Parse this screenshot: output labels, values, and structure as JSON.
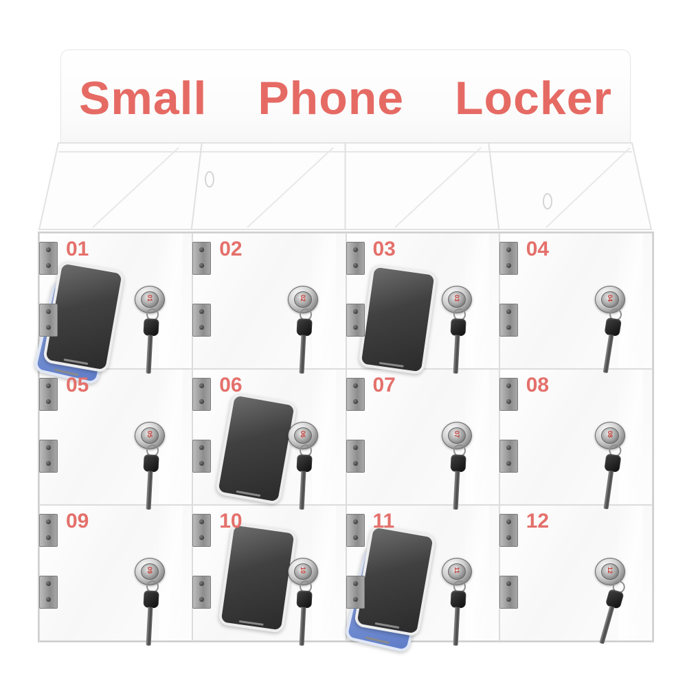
{
  "title": "Small Phone Locker",
  "accent_color": "#e66a64",
  "compartments": [
    {
      "number": "01",
      "phones": 2
    },
    {
      "number": "02",
      "phones": 0
    },
    {
      "number": "03",
      "phones": 1
    },
    {
      "number": "04",
      "phones": 0
    },
    {
      "number": "05",
      "phones": 0
    },
    {
      "number": "06",
      "phones": 1
    },
    {
      "number": "07",
      "phones": 0
    },
    {
      "number": "08",
      "phones": 0
    },
    {
      "number": "09",
      "phones": 0
    },
    {
      "number": "10",
      "phones": 1
    },
    {
      "number": "11",
      "phones": 2
    },
    {
      "number": "12",
      "phones": 0
    }
  ]
}
